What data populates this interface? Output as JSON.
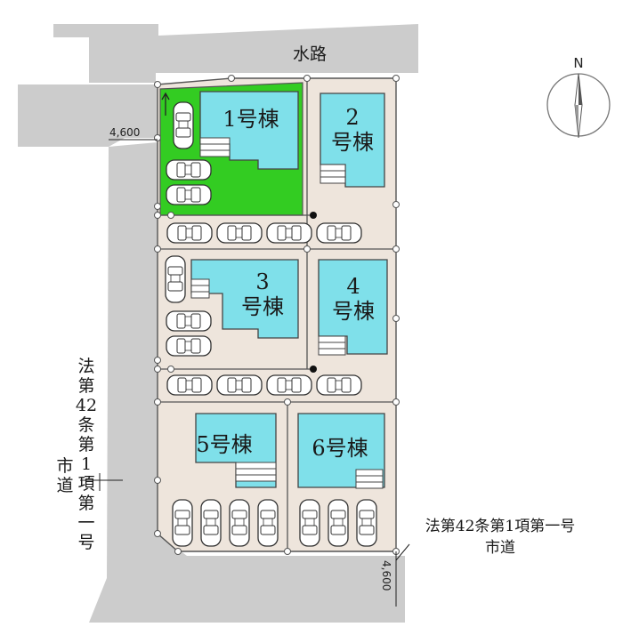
{
  "waterway_label": "水路",
  "north_label": "N",
  "road_west_label": "法第42条第1項第一号市道",
  "road_south_label": "法第42条第1項第一号市道",
  "width_west": "4,600",
  "width_south": "4,600",
  "buildings": [
    {
      "id": "1",
      "line1": "1号棟",
      "line2": ""
    },
    {
      "id": "2",
      "line1": "2",
      "line2": "号棟"
    },
    {
      "id": "3",
      "line1": "3",
      "line2": "号棟"
    },
    {
      "id": "4",
      "line1": "4",
      "line2": "号棟"
    },
    {
      "id": "5",
      "line1": "5号棟",
      "line2": ""
    },
    {
      "id": "6",
      "line1": "6号棟",
      "line2": ""
    }
  ],
  "colors": {
    "road": "#cccccc",
    "lot": "#eee5dc",
    "building": "#7fe0ea",
    "highlight": "#33cc22",
    "line": "#555555"
  }
}
